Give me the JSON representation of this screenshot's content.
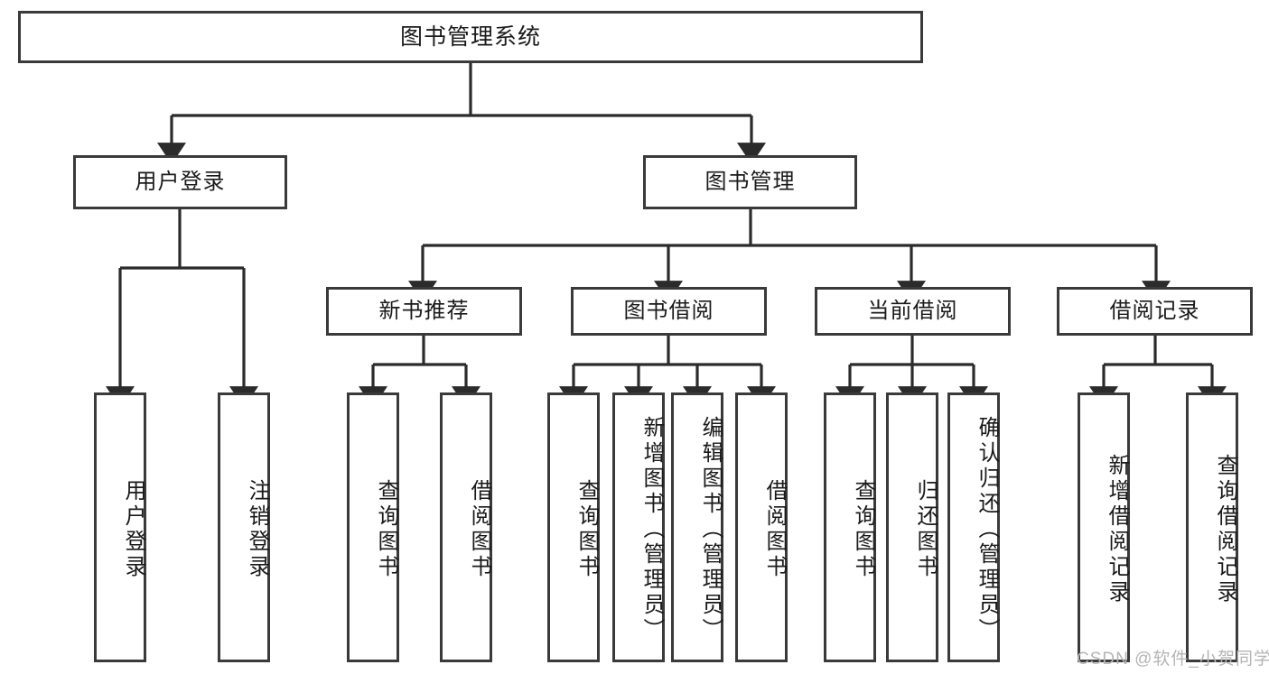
{
  "diagram": {
    "title": "图书管理系统",
    "type": "tree-hierarchy",
    "root": {
      "label": "图书管理系统"
    },
    "level1": [
      {
        "label": "用户登录"
      },
      {
        "label": "图书管理"
      }
    ],
    "level2": [
      {
        "label": "新书推荐"
      },
      {
        "label": "图书借阅"
      },
      {
        "label": "当前借阅"
      },
      {
        "label": "借阅记录"
      }
    ],
    "leaves": {
      "user_login": [
        {
          "label": "用户登录"
        },
        {
          "label": "注销登录"
        }
      ],
      "new_book_recommend": [
        {
          "label": "查询图书"
        },
        {
          "label": "借阅图书"
        }
      ],
      "book_borrow": [
        {
          "label": "查询图书"
        },
        {
          "label": "新增图书（管理员）"
        },
        {
          "label": "编辑图书（管理员）"
        },
        {
          "label": "借阅图书"
        }
      ],
      "current_borrow": [
        {
          "label": "查询图书"
        },
        {
          "label": "归还图书"
        },
        {
          "label": "确认归还（管理员）"
        }
      ],
      "borrow_record": [
        {
          "label": "新增借阅记录"
        },
        {
          "label": "查询借阅记录"
        }
      ]
    }
  },
  "watermark": {
    "text": "CSDN @软件_小贺同学"
  },
  "colors": {
    "box_border": "#3a3a3a",
    "box_fill": "#ffffff",
    "connector": "#2b2b2b",
    "text": "#1a1a1a",
    "watermark": "#b5b5b5"
  }
}
